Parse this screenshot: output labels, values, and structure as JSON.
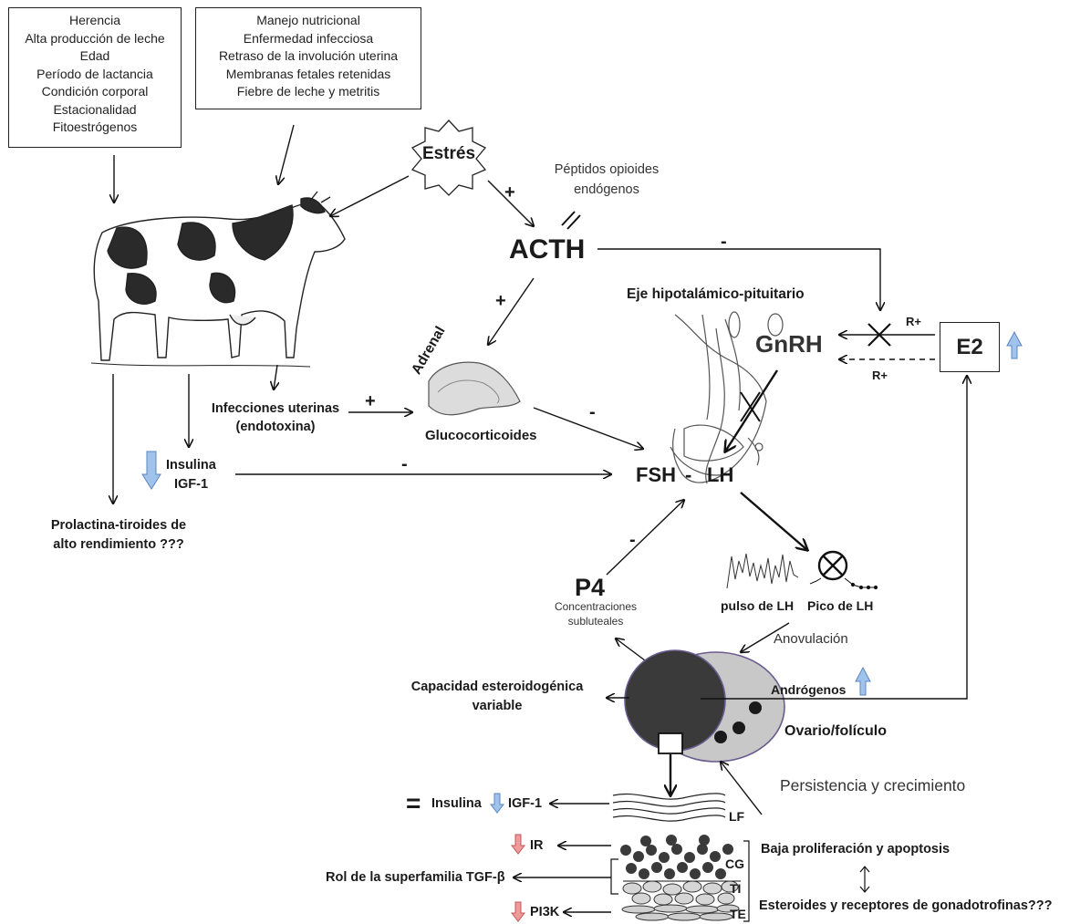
{
  "risk_factors_left": [
    "Herencia",
    "Alta producción de leche",
    "Edad",
    "Período de lactancia",
    "Condición corporal",
    "Estacionalidad",
    "Fitoestrógenos"
  ],
  "risk_factors_right": [
    "Manejo nutricional",
    "Enfermedad infecciosa",
    "Retraso de la involución uterina",
    "Membranas fetales retenidas",
    "Fiebre de leche y metritis"
  ],
  "stress": "Estrés",
  "opioids": [
    "Péptidos opioides",
    "endógenos"
  ],
  "acth": "ACTH",
  "axis_title": "Eje hipotalámico-pituitario",
  "gnrh": "GnRH",
  "e2": "E2",
  "receptor_label": "R+",
  "adrenal": "Adrenal",
  "glucocorticoids": "Glucocorticoides",
  "uterine_infections": [
    "Infecciones uterinas",
    "(endotoxina)"
  ],
  "insulin": "Insulina",
  "igf1": "IGF-1",
  "prolactin": [
    "Prolactina-tiroides de",
    "alto rendimiento ???"
  ],
  "fsh": "FSH",
  "lh": "LH",
  "p4": "P4",
  "subluteal": [
    "Concentraciones",
    "subluteales"
  ],
  "lh_pulse": "pulso de LH",
  "lh_peak": "Pico de LH",
  "anovulation": "Anovulación",
  "androgens": "Andrógenos",
  "ovary": "Ovario/folículo",
  "steroidogenic": [
    "Capacidad esteroidogénica",
    "variable"
  ],
  "persistence": "Persistencia y crecimiento",
  "equal_sign": "=",
  "lf": "LF",
  "ir": "IR",
  "tgf": "Rol de la superfamilia TGF-β",
  "pi3k": "PI3K",
  "cg": "CG",
  "ti": "TI",
  "te": "TE",
  "low_prolif": "Baja proliferación y apoptosis",
  "steroids_receptors": "Esteroides y receptores de gonadotrofinas???",
  "plus": "+",
  "minus": "-",
  "colors": {
    "arrow_up_blue": "#8fb8e8",
    "arrow_down_red": "#e88b8b",
    "ovary_dark": "#3a3a3a",
    "ovary_light": "#c8c8c8",
    "ovary_border": "#6b5a8e"
  }
}
